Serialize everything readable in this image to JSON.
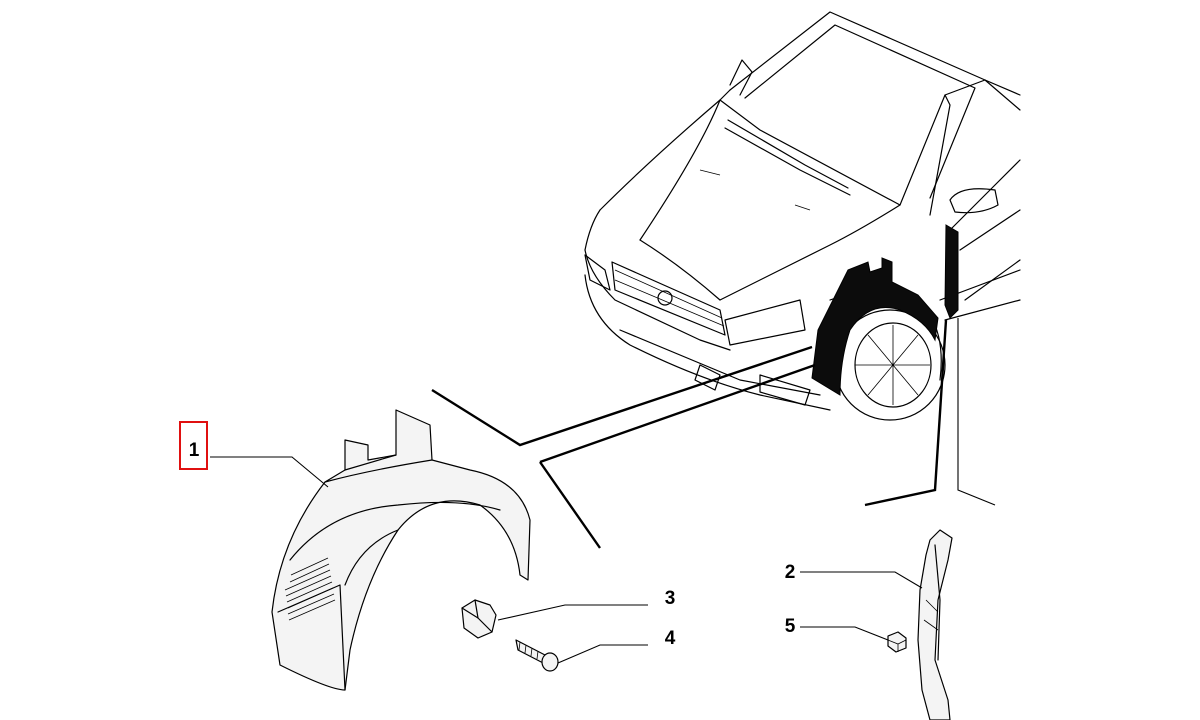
{
  "callouts": [
    {
      "id": "1",
      "label": "1",
      "selected": true
    },
    {
      "id": "2",
      "label": "2",
      "selected": false
    },
    {
      "id": "3",
      "label": "3",
      "selected": false
    },
    {
      "id": "4",
      "label": "4",
      "selected": false
    },
    {
      "id": "5",
      "label": "5",
      "selected": false
    }
  ],
  "colors": {
    "selection": "#e01010",
    "line": "#000000",
    "highlight_fill": "#0c0c0c"
  }
}
